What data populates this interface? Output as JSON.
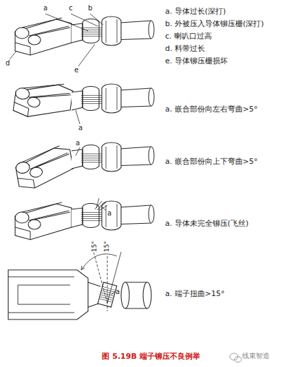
{
  "diagram": {
    "caption": "图 5.19B 端子铆压不良例举",
    "labels": [
      "a",
      "c",
      "b",
      "d",
      "e",
      "a. 导体过长(深打)",
      "b. 外被压入导体铆压栅(深打)",
      "c. 喇叭口过高",
      "d. 料带过长",
      "e. 导体铆压栅损坏",
      "a",
      "a. 嵌合部份向左右弯曲>5°",
      "a",
      "a. 嵌合部份向上下弯曲>5°",
      "a",
      "a. 导体未完全铆压(飞丝)",
      "15°",
      "15°",
      "a",
      "a. 端子扭曲>15°",
      "线束智造"
    ]
  }
}
